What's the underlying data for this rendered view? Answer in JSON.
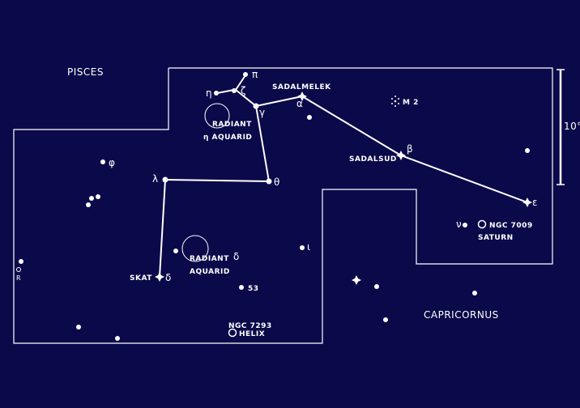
{
  "constellations": {
    "pisces": "PISCES",
    "capricornus": "CAPRICORNUS"
  },
  "stars": {
    "sadalmelek": "SADALMELEK",
    "alpha": "α",
    "sadalsud": "SADALSUD",
    "beta": "β",
    "epsilon": "ε",
    "gamma": "γ",
    "theta": "θ",
    "lambda": "λ",
    "skat": "SKAT",
    "delta": "δ",
    "eta": "η",
    "zeta": "ζ",
    "pi": "π",
    "phi": "φ",
    "iota": "ι",
    "nu": "ν",
    "r": "R",
    "num53": "53"
  },
  "radiants": {
    "eta_line1": "RADIANT",
    "eta_line2": "η AQUARID",
    "delta_line1": "RADIANT",
    "delta_symbol": "δ",
    "delta_line2": "AQUARID"
  },
  "deep_sky": {
    "m2": "M 2",
    "ngc7009": "NGC 7009",
    "saturn": "SATURN",
    "ngc7293": "NGC 7293",
    "helix": "HELIX"
  },
  "scale": {
    "label": "10°"
  },
  "colors": {
    "background": "#0a0a4a",
    "ink": "#ffffff"
  }
}
